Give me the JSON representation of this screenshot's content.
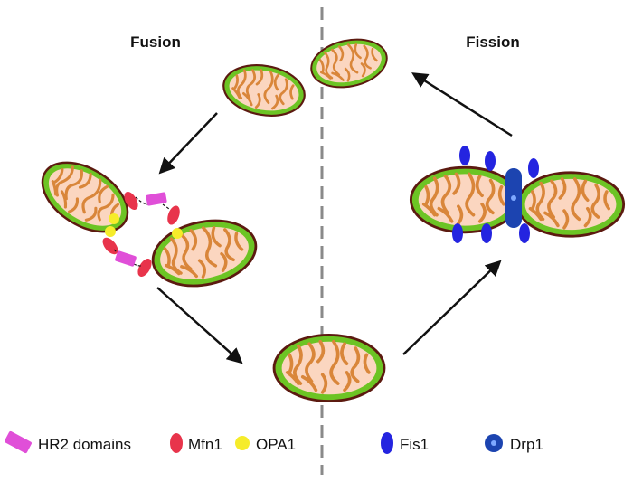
{
  "titles": {
    "fusion": "Fusion",
    "fission": "Fission"
  },
  "legend": {
    "hr2": "HR2 domains",
    "mfn1": "Mfn1",
    "opa1": "OPA1",
    "fis1": "Fis1",
    "drp1": "Drp1"
  },
  "colors": {
    "outer_membrane": "#5c1a10",
    "membrane_space": "#6cc424",
    "matrix": "#fbd6c0",
    "cristae_stroke": "#d9863a",
    "hr2_domain": "#e04fd8",
    "mfn1": "#e8344b",
    "opa1": "#f6ec2a",
    "fis1": "#2424e0",
    "drp1": "#1c44b0",
    "divider": "#8a8a8a",
    "arrow": "#111111"
  }
}
